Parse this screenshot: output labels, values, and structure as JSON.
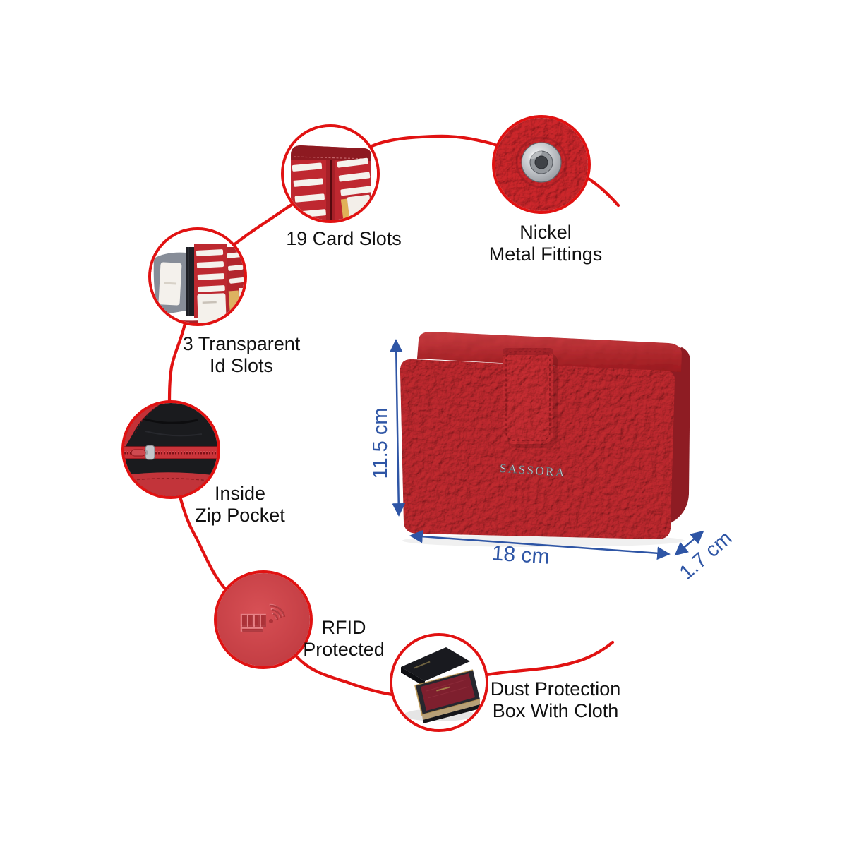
{
  "product": {
    "brand": "SASSORA"
  },
  "dimensions": {
    "height": "11.5 cm",
    "width": "18 cm",
    "depth": "1.7 cm"
  },
  "features": {
    "card_slots": {
      "line1": "19 Card Slots",
      "line2": ""
    },
    "nickel": {
      "line1": "Nickel",
      "line2": "Metal Fittings"
    },
    "id_slots": {
      "line1": "3 Transparent",
      "line2": "Id Slots"
    },
    "zip": {
      "line1": "Inside",
      "line2": "Zip Pocket"
    },
    "rfid": {
      "line1": "RFID",
      "line2": "Protected"
    },
    "dust_box": {
      "line1": "Dust Protection",
      "line2": "Box With Cloth"
    }
  },
  "colors": {
    "accent_red": "#e11212",
    "wallet_red": "#b5343b",
    "dimension_blue": "#2e55a5",
    "label_text": "#101010"
  }
}
